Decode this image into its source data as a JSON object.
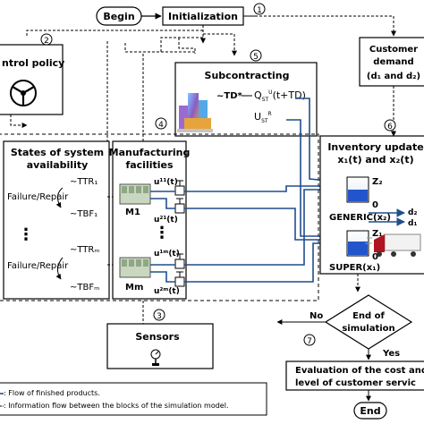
{
  "begin": "Begin",
  "initialization": "Initialization",
  "end": "End",
  "step_numbers": [
    "1",
    "2",
    "3",
    "4",
    "5",
    "6",
    "7"
  ],
  "control_policy": "ntrol policy",
  "customer_demand": {
    "line1": "Customer",
    "line2": "demand",
    "line3": "(d₁ and d₂)"
  },
  "subcontracting": {
    "title": "Subcontracting",
    "td": "~TD*",
    "q_rate": "Q",
    "q_sub": "ST",
    "q_sup": "U",
    "q_arg": "(t+TD)",
    "u_rate": "U",
    "u_sub": "ST",
    "u_sup": "R"
  },
  "states": {
    "title_line1": "States of system",
    "title_line2": "availability",
    "failure_repair_1": "Failure/Repair",
    "ttr_1": "~TTR₁",
    "tbf_1": "~TBF₁",
    "failure_repair_m": "Failure/Repair",
    "ttr_m": "~TTRₘ",
    "tbf_m": "~TBFₘ"
  },
  "manufacturing": {
    "title_line1": "Manufacturing",
    "title_line2": "facilities",
    "m1": "M1",
    "mm": "Mm",
    "u11": "u¹¹(t)",
    "u21": "u²¹(t)",
    "u1m": "u¹ᵐ(t)",
    "u2m": "u²ᵐ(t)"
  },
  "inventory": {
    "title_line1": "Inventory update",
    "title_line2": "x₁(t) and x₂(t)",
    "z2": "Z₂",
    "zero_top": "0",
    "generic": "GENERIC(x₂)",
    "z1": "Z₁",
    "zero_bottom": "0",
    "super": "SUPER(x₁)",
    "d2": "d₂",
    "d1": "d₁"
  },
  "sensors": "Sensors",
  "decision": {
    "line1": "End of",
    "line2": "simulation",
    "no": "No",
    "yes": "Yes"
  },
  "evaluation": {
    "line1": "Evaluation of the cost and",
    "line2": "level of customer servic"
  },
  "legend": {
    "flow": ": Flow of finished products.",
    "info": ": Information flow between the blocks of the simulation model."
  },
  "colors": {
    "flow": "#1f4e8c",
    "tank_fill": "#2255cc",
    "box_border": "#000000"
  }
}
